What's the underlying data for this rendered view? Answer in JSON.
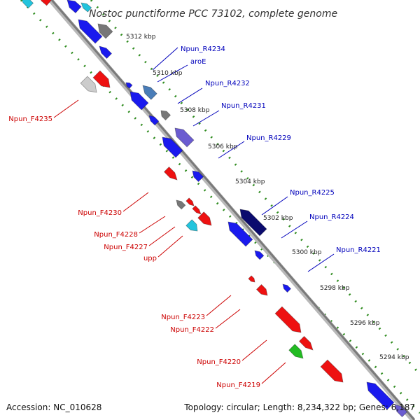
{
  "map": {
    "title": "Nostoc punctiforme PCC 73102, complete genome",
    "footer": {
      "accession": "Accession: NC_010628",
      "summary": "Topology: circular; Length: 8,234,322 bp; Genes: 6,187"
    },
    "ticks": [
      "5312 kbp",
      "5310 kbp",
      "5308 kbp",
      "5306 kbp",
      "5304 kbp",
      "5302 kbp",
      "5300 kbp",
      "5298 kbp",
      "5296 kbp",
      "5294 kbp"
    ],
    "reverse_labels": [
      "Npun_R4234",
      "aroE",
      "Npun_R4232",
      "Npun_R4231",
      "Npun_R4229",
      "Npun_R4225",
      "Npun_R4224",
      "Npun_R4221"
    ],
    "forward_labels": [
      "Npun_F4235",
      "Npun_F4230",
      "Npun_F4228",
      "Npun_F4227",
      "upp",
      "Npun_F4223",
      "Npun_F4222",
      "Npun_F4220",
      "Npun_F4219"
    ],
    "colors": {
      "backbone": "#8c8c8c",
      "tick_dots": "#2e8b1e",
      "forward_label": "#cc0000",
      "reverse_label": "#0000bb",
      "gene_red": "#ee1111",
      "gene_blue": "#1a1aee",
      "gene_cyan": "#22c4dd",
      "gene_gray": "#777777",
      "gene_lightgray": "#cccccc",
      "gene_steel": "#4a7db8",
      "gene_purple": "#6b5cd0",
      "gene_navy": "#0b0b6e",
      "gene_green": "#22bb22"
    }
  }
}
